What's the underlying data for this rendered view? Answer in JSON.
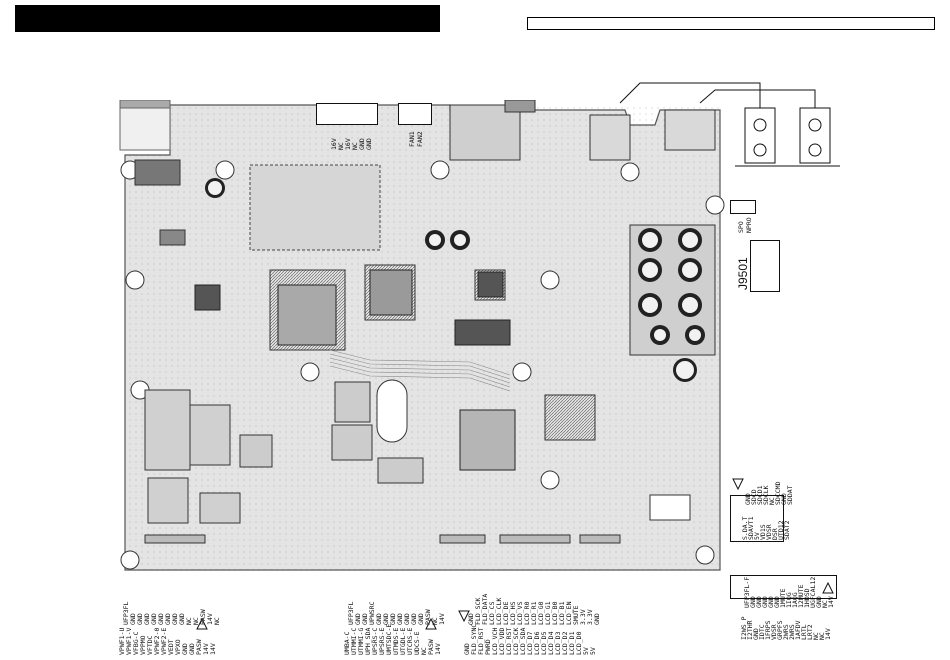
{
  "header": {
    "title": "",
    "subtitle": ""
  },
  "board": {
    "ic_labels": [
      "J9501"
    ],
    "top_conn_left_pins": [
      "16V",
      "NC",
      "16V",
      "NC",
      "GND",
      "GND"
    ],
    "top_conn_mid_pins": [
      "FAN1",
      "FAN2"
    ],
    "side_conn_pins": [
      "SPO",
      "NPRO"
    ]
  },
  "bottom_left_block": {
    "pins": [
      "VPWF1-U",
      "VPWF1-V",
      "VFBG-C",
      "VPPMO",
      "VFTDC",
      "VPWF2-0",
      "VPWF2-E",
      "VEDT",
      "VPXO",
      "GND",
      "GND",
      "PASW",
      "14V",
      "14V"
    ],
    "pins2": [
      "UFP3FL",
      "GND",
      "GND",
      "GND",
      "GND",
      "GND",
      "GND",
      "GND",
      "GND",
      "NC",
      "NC",
      "PASW",
      "14V",
      "NC"
    ]
  },
  "bottom_mid_block": {
    "pins": [
      "UMBA-C",
      "UTMMI-C",
      "UTMMI-G",
      "UPH_SDA",
      "UPSRS-C",
      "UPSRS-E",
      "UMTSDC-E",
      "UTMDS-E",
      "UTGDL-E",
      "UTCRS-E",
      "UDCS-E",
      "NC",
      "PASW",
      "14V"
    ],
    "pins2": [
      "UFP3FL",
      "GND",
      "GND",
      "UPWSRC",
      "GND",
      "GND",
      "GND",
      "GND",
      "GND",
      "GND",
      "GND",
      "PASW",
      "NC",
      "14V"
    ]
  },
  "bottom_mid2_block": {
    "pins": [
      "GND",
      "FLD_SYNC",
      "FLD_RST",
      "PWRD",
      "LCD_VCH",
      "LCD_VDD",
      "LCD_RST",
      "LCD_SCK",
      "LCD_SDA",
      "LCD_D7",
      "LCD_D6",
      "LCD_D5",
      "LCD_D4",
      "LCD_D3",
      "LCD_D2",
      "LCD_D1",
      "LCD_D0",
      "5V",
      "5V"
    ],
    "pins2": [
      "GND",
      "FLD_SCK",
      "FLD_DATA",
      "LCD_CS",
      "LCD_CLK",
      "LCD_DE",
      "LCD_HS",
      "LCD_VS",
      "LCD_R0",
      "LCD_R1",
      "LCD_G0",
      "LCD_G1",
      "LCD_B0",
      "LCD_B1",
      "LCD_EN",
      "SMUTE",
      "3.3V",
      "3.3V",
      "GND"
    ]
  },
  "right_top_block": {
    "pins": [
      "S.DA.T",
      "SDAVT1",
      "5V",
      "VD1S",
      "VDSR",
      "DSR",
      "UTD12",
      "SDAT2"
    ],
    "pins2": [
      "GND",
      "SDCD",
      "SDCD1",
      "SDCLK",
      "NC",
      "SDCCMD",
      "GND",
      "SDDAT"
    ]
  },
  "right_bottom_block": {
    "pins": [
      "I2WS_P",
      "I2THR",
      "GND",
      "IDTC",
      "1FRPS",
      "VDSR",
      "GRPFS",
      "2WRS",
      "2WRS",
      "1AFDV",
      "LRTL",
      "LRT2",
      "NC",
      "NC",
      "14V"
    ],
    "pins2": [
      "UFP3FL-F",
      "GND",
      "GND",
      "GND",
      "GND",
      "GND",
      "1MUTE",
      "1IQG",
      "1AQG",
      "12MUTE",
      "1HDSD",
      "UGFCAL12",
      "GND",
      "NC",
      "14V"
    ]
  }
}
